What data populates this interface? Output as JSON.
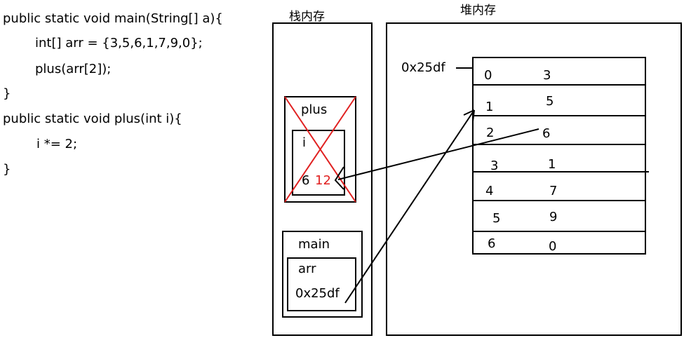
{
  "code": {
    "lines": [
      "public static void main(String[] a){",
      "int[] arr = {3,5,6,1,7,9,0};",
      "plus(arr[2]);",
      "}",
      "public static void plus(int i){",
      "i *= 2;",
      "}"
    ]
  },
  "stack": {
    "title": "栈内存",
    "plus_frame": {
      "label": "plus",
      "var_name": "i",
      "old_value": "6",
      "new_value": "12"
    },
    "main_frame": {
      "label": "main",
      "var_name": "arr",
      "var_value": "0x25df"
    }
  },
  "heap": {
    "title": "堆内存",
    "array_address": "0x25df",
    "rows": [
      {
        "index": "0",
        "value": "3"
      },
      {
        "index": "1",
        "value": "5"
      },
      {
        "index": "2",
        "value": "6"
      },
      {
        "index": "3",
        "value": "1"
      },
      {
        "index": "4",
        "value": "7"
      },
      {
        "index": "5",
        "value": "9"
      },
      {
        "index": "6",
        "value": "0"
      }
    ]
  },
  "colors": {
    "cross": "#e02020",
    "new_value": "#e02020",
    "lines": "#000000"
  }
}
